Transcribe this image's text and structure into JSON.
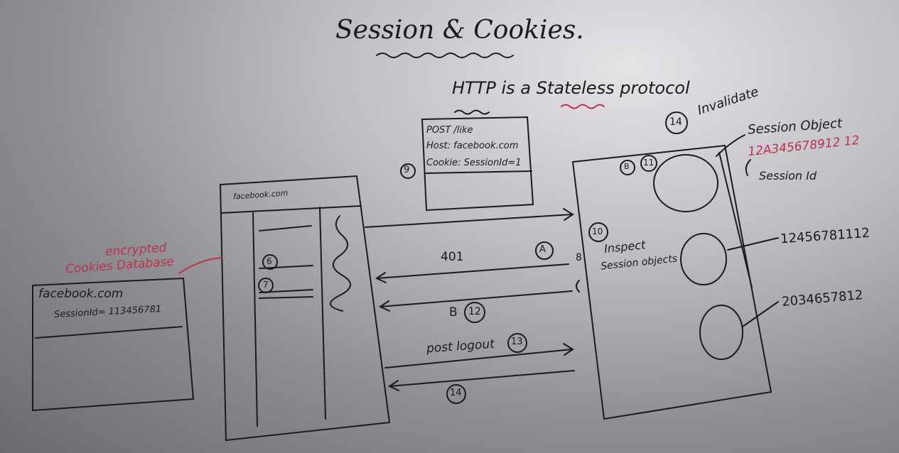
{
  "title": "Session & Cookies.",
  "subtitle": "HTTP is a Stateless protocol",
  "request_box": {
    "marker": "9",
    "lines": [
      "POST /like",
      "Host: facebook.com",
      "Cookie: SessionId=1"
    ]
  },
  "browser": {
    "label": "facebook.com",
    "step_a": "6",
    "step_b": "7"
  },
  "cookies_db": {
    "caption_line1": "encrypted",
    "caption_line2": "Cookies Database",
    "domain": "facebook.com",
    "session_line": "SessionId= 113456781"
  },
  "arrows": {
    "resp_401": "401",
    "marker_a": "A",
    "marker_b_text": "B",
    "marker_12": "12",
    "logout_label": "post logout",
    "marker_13": "13",
    "marker_14_bottom": "14",
    "server_edge_8": "8"
  },
  "server": {
    "marker_b": "B",
    "marker_11": "11",
    "marker_10": "10",
    "inspect_line1": "Inspect",
    "inspect_line2": "Session objects",
    "marker_14": "14",
    "invalidate": "Invalidate",
    "session_object_label": "Session Object",
    "session_id_value": "12A345678912 12",
    "session_id_label": "Session Id",
    "id_2": "12456781112",
    "id_3": "2034657812"
  },
  "colors": {
    "ink": "#1b1b1d",
    "red_ink": "#b8324f",
    "board": "#bdbcc0"
  }
}
